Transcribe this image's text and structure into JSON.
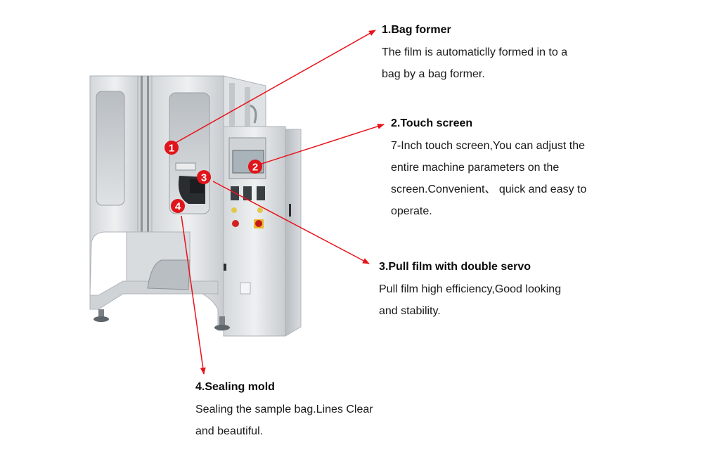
{
  "colors": {
    "arrow": "#e8141b",
    "badge": "#e0141a",
    "steel_light": "#e6e8ea",
    "steel_mid": "#c9cdd1",
    "steel_dark": "#9ea4aa",
    "text": "#111111"
  },
  "machine": {
    "name": "vertical packing machine",
    "badges": [
      {
        "number": "1",
        "target": "bag-former"
      },
      {
        "number": "2",
        "target": "touch-screen"
      },
      {
        "number": "3",
        "target": "pull-film-servo"
      },
      {
        "number": "4",
        "target": "sealing-mold"
      }
    ]
  },
  "callouts": [
    {
      "title": "1.Bag former",
      "lines": [
        "The film is automaticlly formed in to a",
        "bag by a bag former."
      ]
    },
    {
      "title": "2.Touch screen",
      "lines": [
        "7-Inch touch screen,You can adjust the",
        "entire machine parameters on the",
        "screen.Convenient、 quick and easy to",
        "operate."
      ]
    },
    {
      "title": "3.Pull film with double servo",
      "lines": [
        "Pull film high efficiency,Good looking",
        "and stability."
      ]
    },
    {
      "title": "4.Sealing mold",
      "lines": [
        "Sealing the sample bag.Lines Clear",
        "and beautiful."
      ]
    }
  ]
}
